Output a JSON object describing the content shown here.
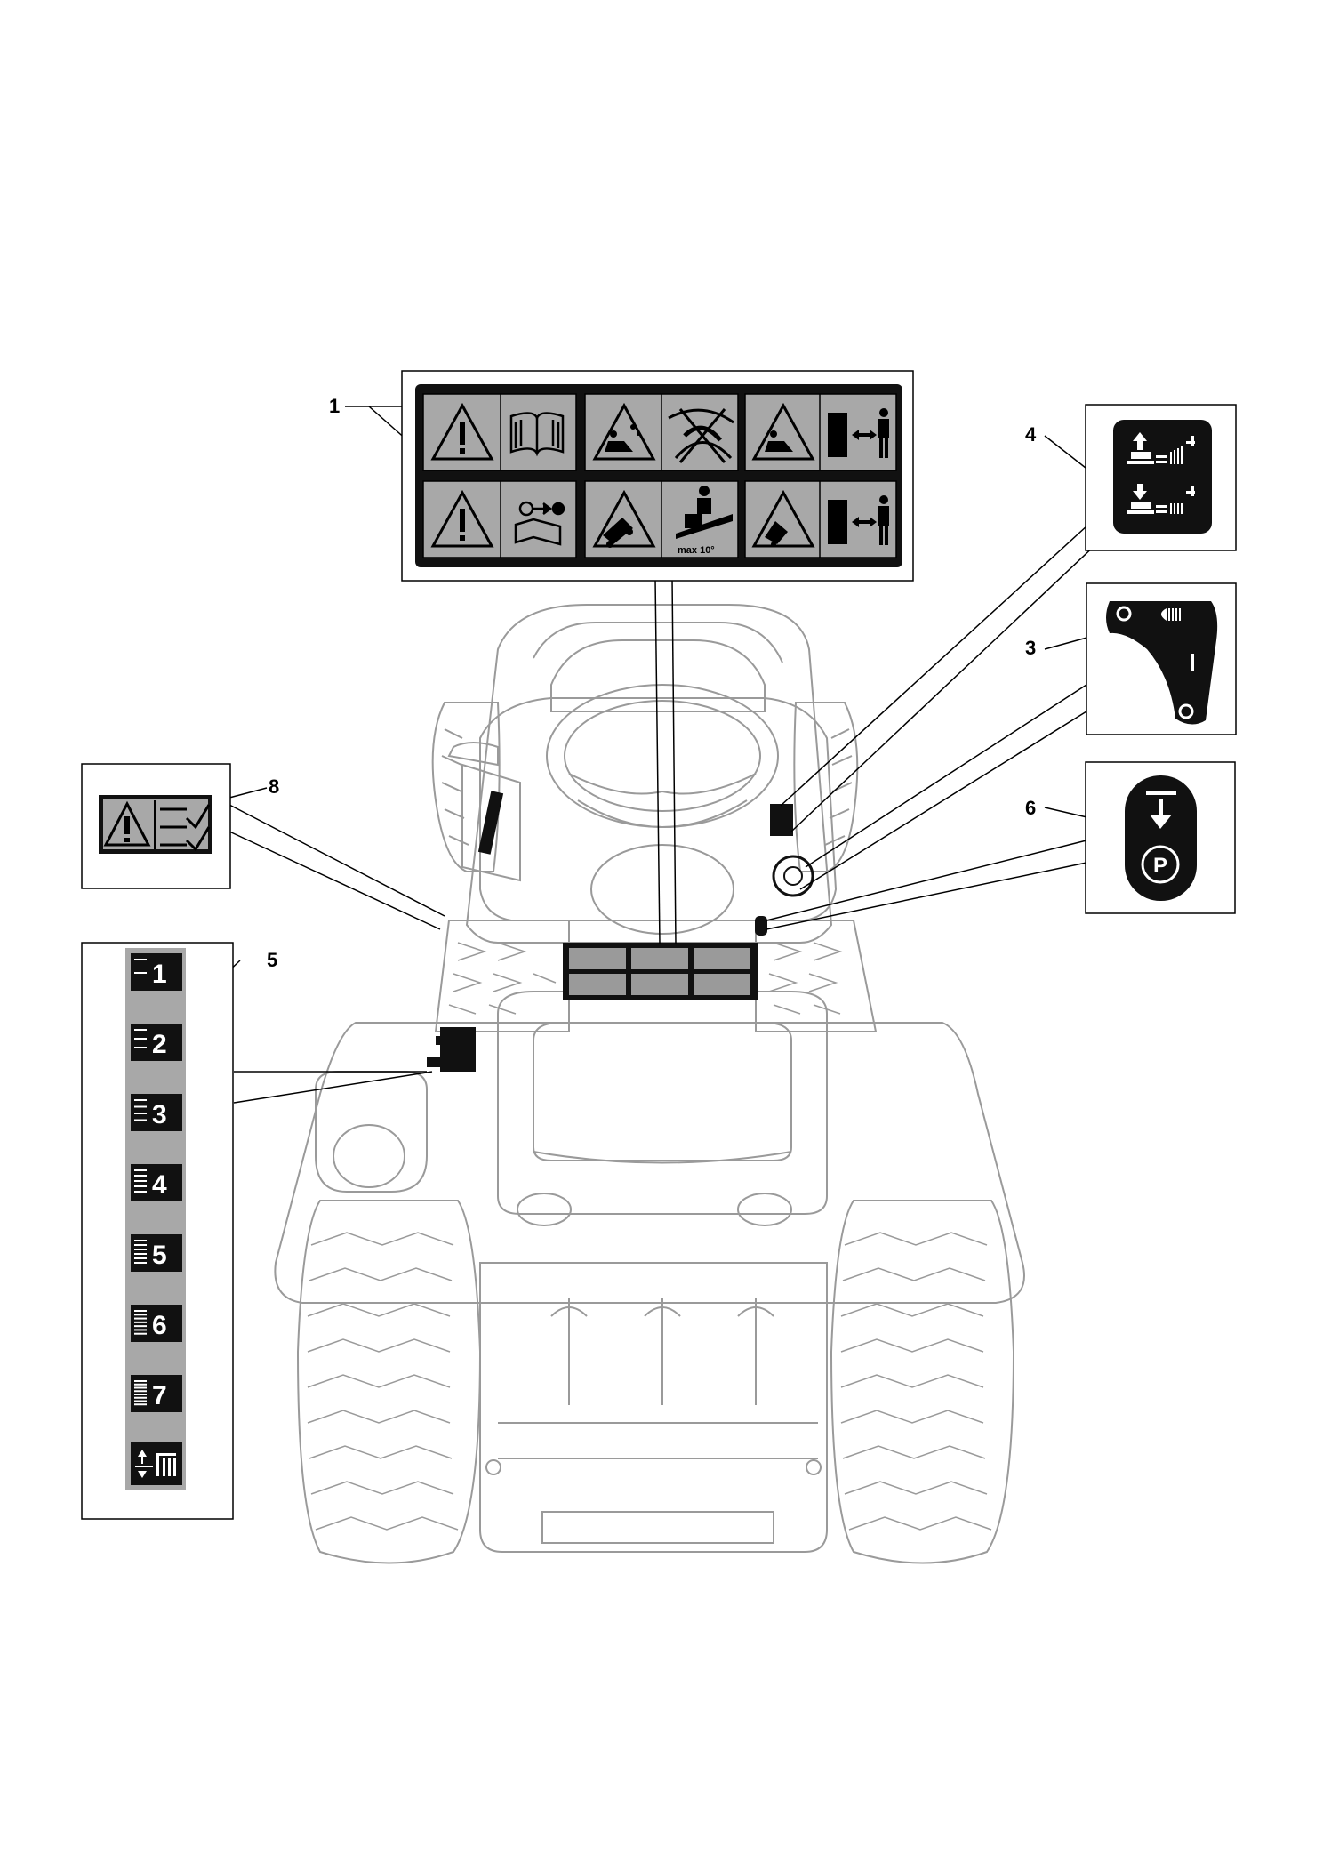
{
  "callouts": {
    "c1": "1",
    "c3": "3",
    "c4": "4",
    "c5": "5",
    "c6": "6",
    "c8": "8"
  },
  "decal1": {
    "slope_label": "max 10°"
  },
  "decal3": {
    "off_symbol": "O",
    "on_symbol": "I"
  },
  "decal6": {
    "parking_letter": "P"
  },
  "decal5": {
    "heights": [
      "1",
      "2",
      "3",
      "4",
      "5",
      "6",
      "7"
    ]
  },
  "colors": {
    "line": "#000000",
    "decal_black": "#111111",
    "decal_grey": "#a8a8a8",
    "drawing_grey": "#9a9a9a"
  }
}
